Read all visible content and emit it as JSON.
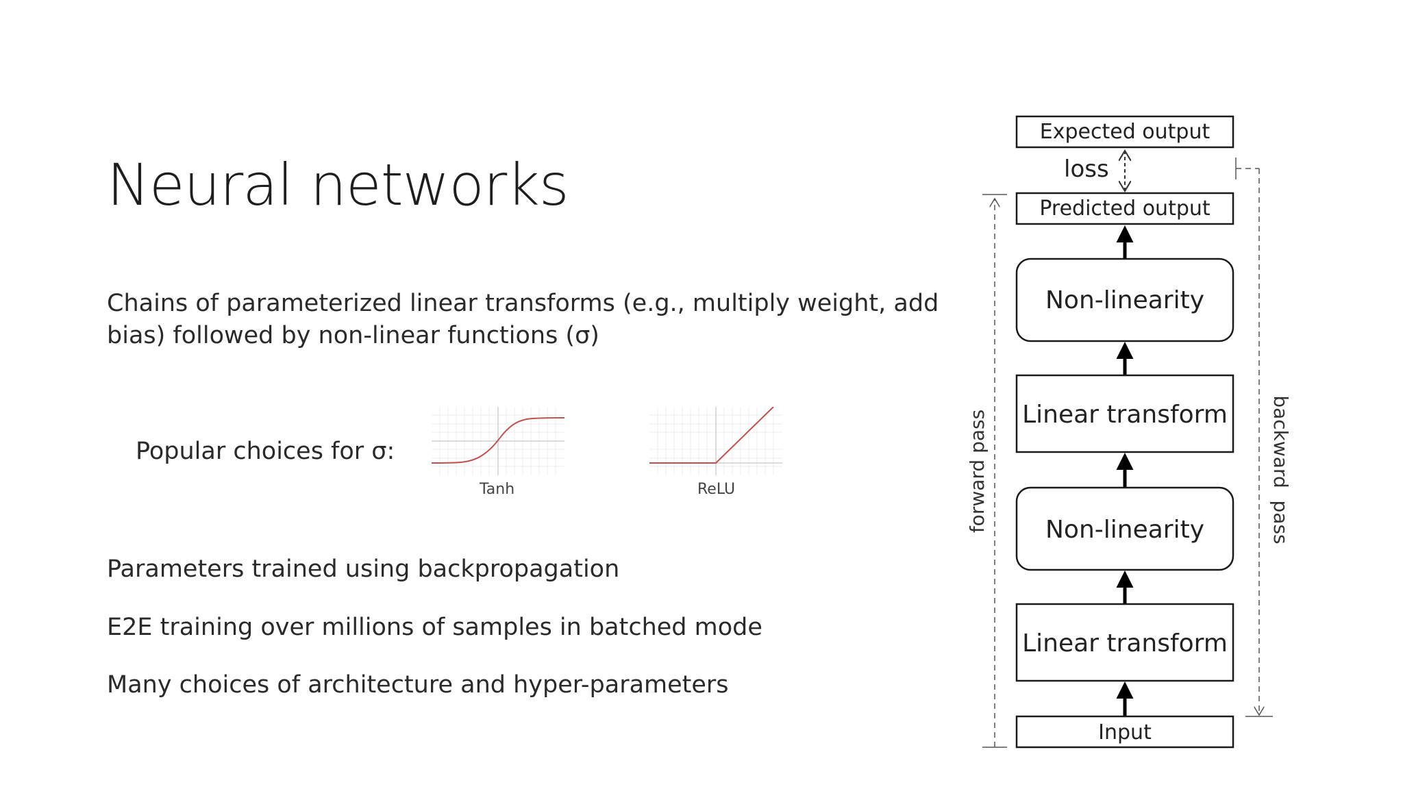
{
  "slide": {
    "title": "Neural networks",
    "bullets": {
      "chains_line1": "Chains of parameterized linear transforms (e.g., multiply weight, add",
      "chains_line2": "bias) followed by non-linear functions (σ)",
      "popular_choices": "Popular choices for σ:",
      "backprop": "Parameters trained using backpropagation",
      "e2e": "E2E training over millions of samples in batched mode",
      "choices": "Many choices of architecture and hyper-parameters"
    },
    "activations": {
      "tanh_caption": "Tanh",
      "relu_caption": "ReLU",
      "curve_color": "#c0504d"
    }
  },
  "diagram": {
    "expected_output": "Expected output",
    "loss": "loss",
    "predicted_output": "Predicted output",
    "layers": [
      "Non-linearity",
      "Linear transform",
      "Non-linearity",
      "Linear transform"
    ],
    "input": "Input",
    "forward_label": "forward pass",
    "backward_label": "backward  pass"
  }
}
